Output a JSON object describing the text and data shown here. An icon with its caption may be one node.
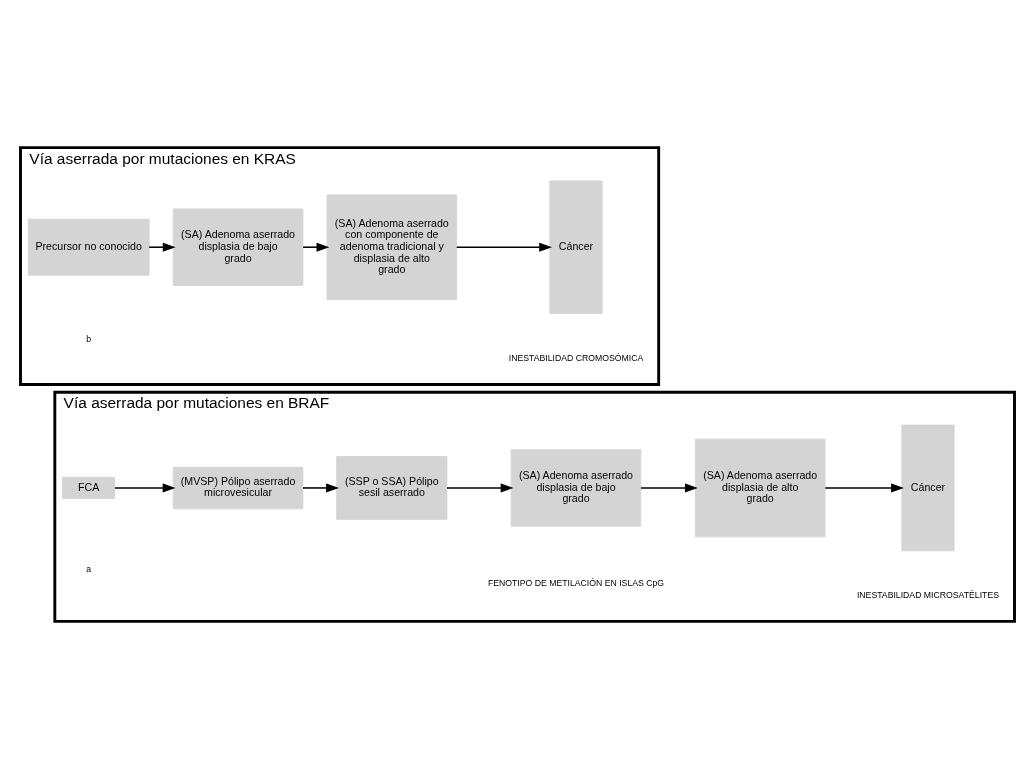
{
  "diagram": {
    "nodes": [
      {
        "text": [
          "Vía aserrada por mutaciones en BRAF"
        ]
      },
      {
        "text": [
          "FCA"
        ],
        "in": 0
      },
      {
        "text": [
          "(MVSP) Pólipo aserrado microvesicular"
        ],
        "in": 0
      },
      {
        "text": [
          "(SSP o SSA) Pólipo sesil aserrado"
        ],
        "in": 0
      },
      {
        "text": [
          "(SA) Adenoma aserrado displasia de bajo grado"
        ],
        "in": 0
      },
      {
        "text": [
          "(SA) Adenoma aserrado displasia de alto grado"
        ],
        "in": 0
      },
      {
        "text": [
          "Cáncer"
        ],
        "in": 0
      },
      {
        "text": [
          "Vía aserrada por mutaciones en KRAS"
        ]
      },
      {
        "text": [
          "Precursor no conocido"
        ],
        "in": 7
      },
      {
        "text": [
          "(SA) Adenoma aserrado displasia de bajo grado"
        ],
        "in": 7
      },
      {
        "text": [
          "(SA) Adenoma aserrado con componente de adenoma tradicional y displasia de alto grado"
        ],
        "in": 7
      },
      {
        "text": [
          "Cáncer"
        ],
        "in": 7
      }
    ],
    "edges": [
      {
        "from": 1,
        "to": 2,
        "arrow": "to"
      },
      {
        "from": 2,
        "to": 3,
        "arrow": "to"
      },
      {
        "from": 3,
        "to": 4,
        "arrow": "to"
      },
      {
        "from": 4,
        "to": 5,
        "arrow": "to"
      },
      {
        "from": 5,
        "to": 6,
        "arrow": "to"
      },
      {
        "from": 8,
        "to": 9,
        "arrow": "to"
      },
      {
        "from": 9,
        "to": 10,
        "arrow": "to"
      },
      {
        "from": 10,
        "to": 11,
        "arrow": "to"
      }
    ],
    "labels": [
      "FENOTIPO DE METILACIÓN EN ISLAS CpG",
      "INESTABILIDAD MICROSATÉLITES",
      "a",
      "INESTABILIDAD CROMOSÓMICA",
      "b"
    ]
  }
}
